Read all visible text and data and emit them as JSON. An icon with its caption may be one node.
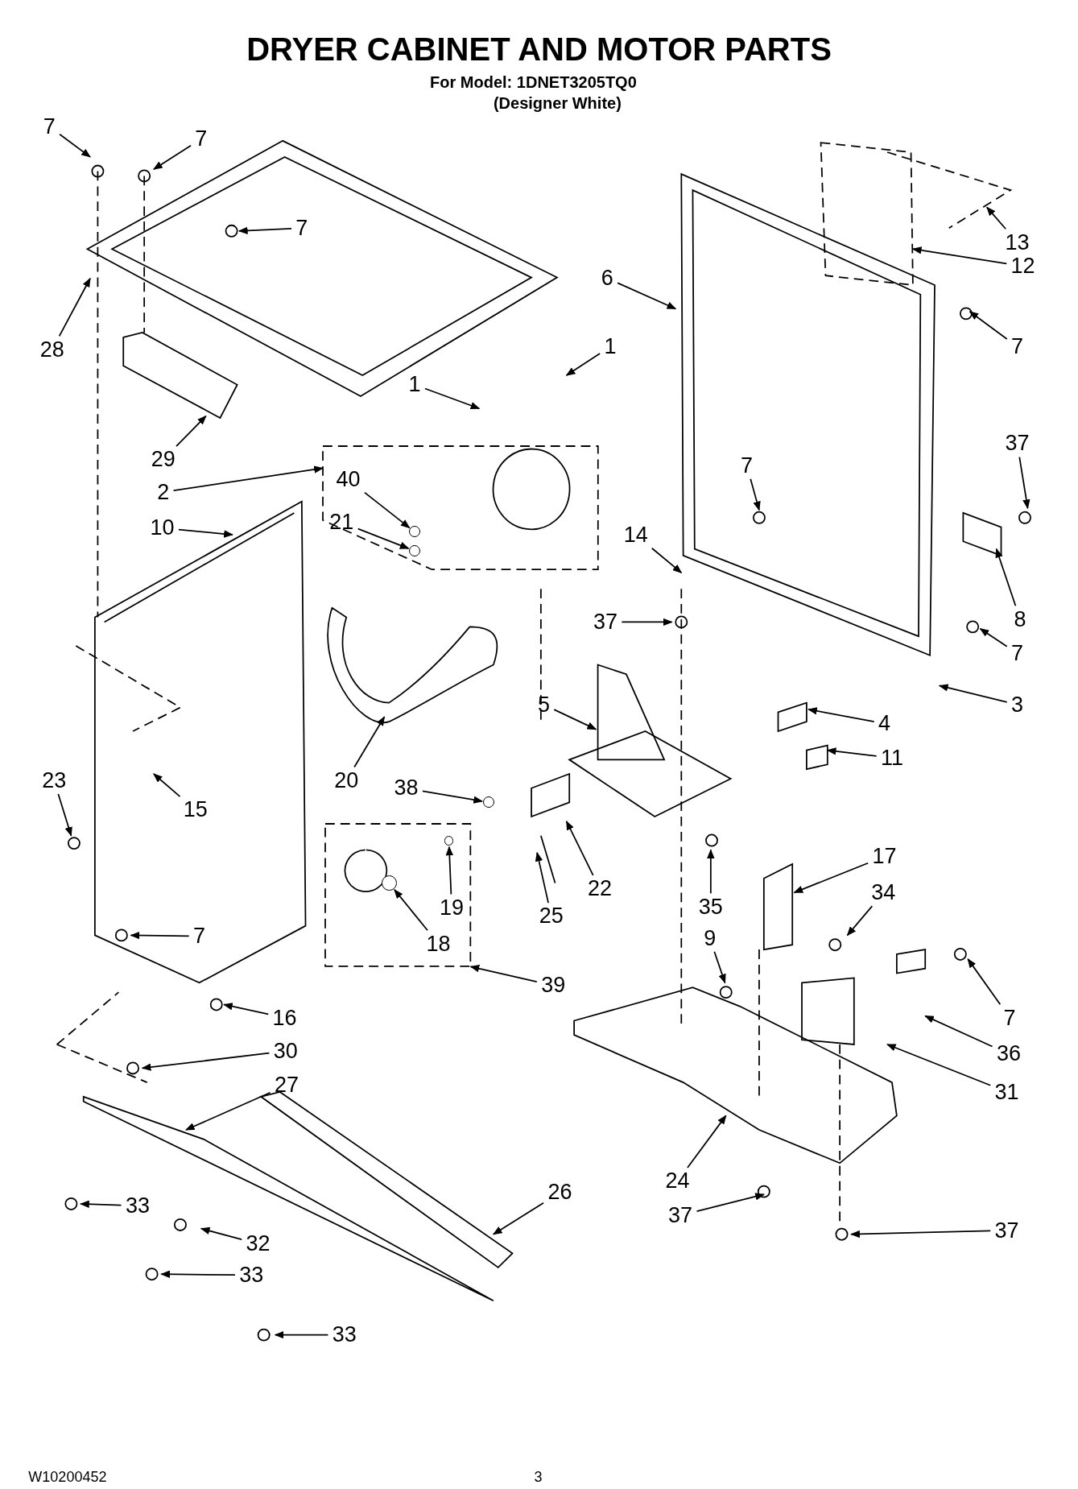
{
  "diagram": {
    "title": "DRYER CABINET AND MOTOR PARTS",
    "nodes": [
      {
        "text": [
          "7"
        ]
      },
      {
        "text": [
          "7"
        ]
      },
      {
        "text": [
          "7"
        ]
      },
      {
        "text": [
          "28"
        ]
      },
      {
        "text": [
          "29"
        ]
      },
      {
        "text": [
          "2"
        ]
      },
      {
        "text": [
          "40"
        ],
        "in": 53
      },
      {
        "text": [
          "21"
        ],
        "in": 53
      },
      {
        "text": [
          "1"
        ]
      },
      {
        "text": [
          "1"
        ]
      },
      {
        "text": [
          "10"
        ]
      },
      {
        "text": [
          "6"
        ]
      },
      {
        "text": [
          "13"
        ]
      },
      {
        "text": [
          "12"
        ]
      },
      {
        "text": [
          "7"
        ]
      },
      {
        "text": [
          "37"
        ]
      },
      {
        "text": [
          "8"
        ]
      },
      {
        "text": [
          "7"
        ]
      },
      {
        "text": [
          "14"
        ]
      },
      {
        "text": [
          "37"
        ]
      },
      {
        "text": [
          "7"
        ]
      },
      {
        "text": [
          "3"
        ]
      },
      {
        "text": [
          "4"
        ]
      },
      {
        "text": [
          "5"
        ]
      },
      {
        "text": [
          "11"
        ]
      },
      {
        "text": [
          "20"
        ]
      },
      {
        "text": [
          "15"
        ]
      },
      {
        "text": [
          "23"
        ]
      },
      {
        "text": [
          "38"
        ]
      },
      {
        "text": [
          "22"
        ]
      },
      {
        "text": [
          "19"
        ],
        "in": 54
      },
      {
        "text": [
          "18"
        ],
        "in": 54
      },
      {
        "text": [
          "25"
        ]
      },
      {
        "text": [
          "35"
        ]
      },
      {
        "text": [
          "17"
        ]
      },
      {
        "text": [
          "34"
        ]
      },
      {
        "text": [
          "9"
        ]
      },
      {
        "text": [
          "7"
        ]
      },
      {
        "text": [
          "7"
        ]
      },
      {
        "text": [
          "39"
        ]
      },
      {
        "text": [
          "16"
        ]
      },
      {
        "text": [
          "36"
        ]
      },
      {
        "text": [
          "30"
        ]
      },
      {
        "text": [
          "31"
        ]
      },
      {
        "text": [
          "27"
        ]
      },
      {
        "text": [
          "26"
        ]
      },
      {
        "text": [
          "24"
        ]
      },
      {
        "text": [
          "33"
        ]
      },
      {
        "text": [
          "32"
        ]
      },
      {
        "text": [
          "37"
        ]
      },
      {
        "text": [
          "37"
        ]
      },
      {
        "text": [
          "33"
        ]
      },
      {
        "text": [
          "33"
        ]
      },
      {
        "text": [],
        "shape": "box"
      },
      {
        "text": [],
        "shape": "box"
      },
      {
        "text": [],
        "shape": "circle",
        "in": 53
      },
      {
        "text": [],
        "shape": "circle",
        "in": 53
      },
      {
        "text": [],
        "shape": "circle"
      },
      {
        "text": [],
        "shape": "circle",
        "in": 54
      },
      {
        "text": [],
        "shape": "circle",
        "in": 54
      }
    ],
    "edges": [
      {
        "from": 0,
        "to": null,
        "arrow": "to"
      },
      {
        "from": 1,
        "to": null,
        "arrow": "to"
      },
      {
        "from": 2,
        "to": null,
        "arrow": "to"
      },
      {
        "from": 3,
        "to": null,
        "arrow": "to"
      },
      {
        "from": 4,
        "to": null,
        "arrow": "to"
      },
      {
        "from": 5,
        "to": 53,
        "arrow": "to"
      },
      {
        "from": 6,
        "to": 55,
        "arrow": "to"
      },
      {
        "from": 7,
        "to": 56,
        "arrow": "to"
      },
      {
        "from": 8,
        "to": null,
        "arrow": "to"
      },
      {
        "from": 9,
        "to": null,
        "arrow": "to"
      },
      {
        "from": 10,
        "to": null,
        "arrow": "to"
      },
      {
        "from": 11,
        "to": null,
        "arrow": "to"
      },
      {
        "from": 12,
        "to": null,
        "arrow": "to"
      },
      {
        "from": 13,
        "to": null,
        "arrow": "to"
      },
      {
        "from": 14,
        "to": null,
        "arrow": "to"
      },
      {
        "from": 15,
        "to": null,
        "arrow": "to"
      },
      {
        "from": 16,
        "to": null,
        "arrow": "to"
      },
      {
        "from": 17,
        "to": null,
        "arrow": "to"
      },
      {
        "from": 18,
        "to": null,
        "arrow": "to"
      },
      {
        "from": 19,
        "to": null,
        "arrow": "to"
      },
      {
        "from": 20,
        "to": null,
        "arrow": "to"
      },
      {
        "from": 21,
        "to": null,
        "arrow": "to"
      },
      {
        "from": 22,
        "to": null,
        "arrow": "to"
      },
      {
        "from": 23,
        "to": null,
        "arrow": "to"
      },
      {
        "from": 24,
        "to": null,
        "arrow": "to"
      },
      {
        "from": 25,
        "to": null,
        "arrow": "to"
      },
      {
        "from": 26,
        "to": null,
        "arrow": "to"
      },
      {
        "from": 27,
        "to": null,
        "arrow": "to"
      },
      {
        "from": 28,
        "to": 57,
        "arrow": "to"
      },
      {
        "from": 29,
        "to": null,
        "arrow": "to"
      },
      {
        "from": 30,
        "to": 58,
        "arrow": "to"
      },
      {
        "from": 31,
        "to": 59,
        "arrow": "to"
      },
      {
        "from": 32,
        "to": null,
        "arrow": "to"
      },
      {
        "from": 33,
        "to": null,
        "arrow": "to"
      },
      {
        "from": 34,
        "to": null,
        "arrow": "to"
      },
      {
        "from": 35,
        "to": null,
        "arrow": "to"
      },
      {
        "from": 36,
        "to": null,
        "arrow": "to"
      },
      {
        "from": 37,
        "to": null,
        "arrow": "to"
      },
      {
        "from": 38,
        "to": null,
        "arrow": "to"
      },
      {
        "from": 39,
        "to": 54,
        "arrow": "to"
      },
      {
        "from": 40,
        "to": null,
        "arrow": "to"
      },
      {
        "from": 41,
        "to": null,
        "arrow": "to"
      },
      {
        "from": 42,
        "to": null,
        "arrow": "to"
      },
      {
        "from": 43,
        "to": null,
        "arrow": "to"
      },
      {
        "from": 44,
        "to": null,
        "arrow": "to"
      },
      {
        "from": 45,
        "to": null,
        "arrow": "to"
      },
      {
        "from": 46,
        "to": null,
        "arrow": "to"
      },
      {
        "from": 47,
        "to": null,
        "arrow": "to"
      },
      {
        "from": 48,
        "to": null,
        "arrow": "to"
      },
      {
        "from": 49,
        "to": null,
        "arrow": "to"
      },
      {
        "from": 50,
        "to": null,
        "arrow": "to"
      },
      {
        "from": 51,
        "to": null,
        "arrow": "to"
      },
      {
        "from": 52,
        "to": null,
        "arrow": "to"
      }
    ],
    "labels": [
      "For Model: 1DNET3205TQ0",
      "(Designer White)",
      "W10200452",
      "3"
    ]
  }
}
